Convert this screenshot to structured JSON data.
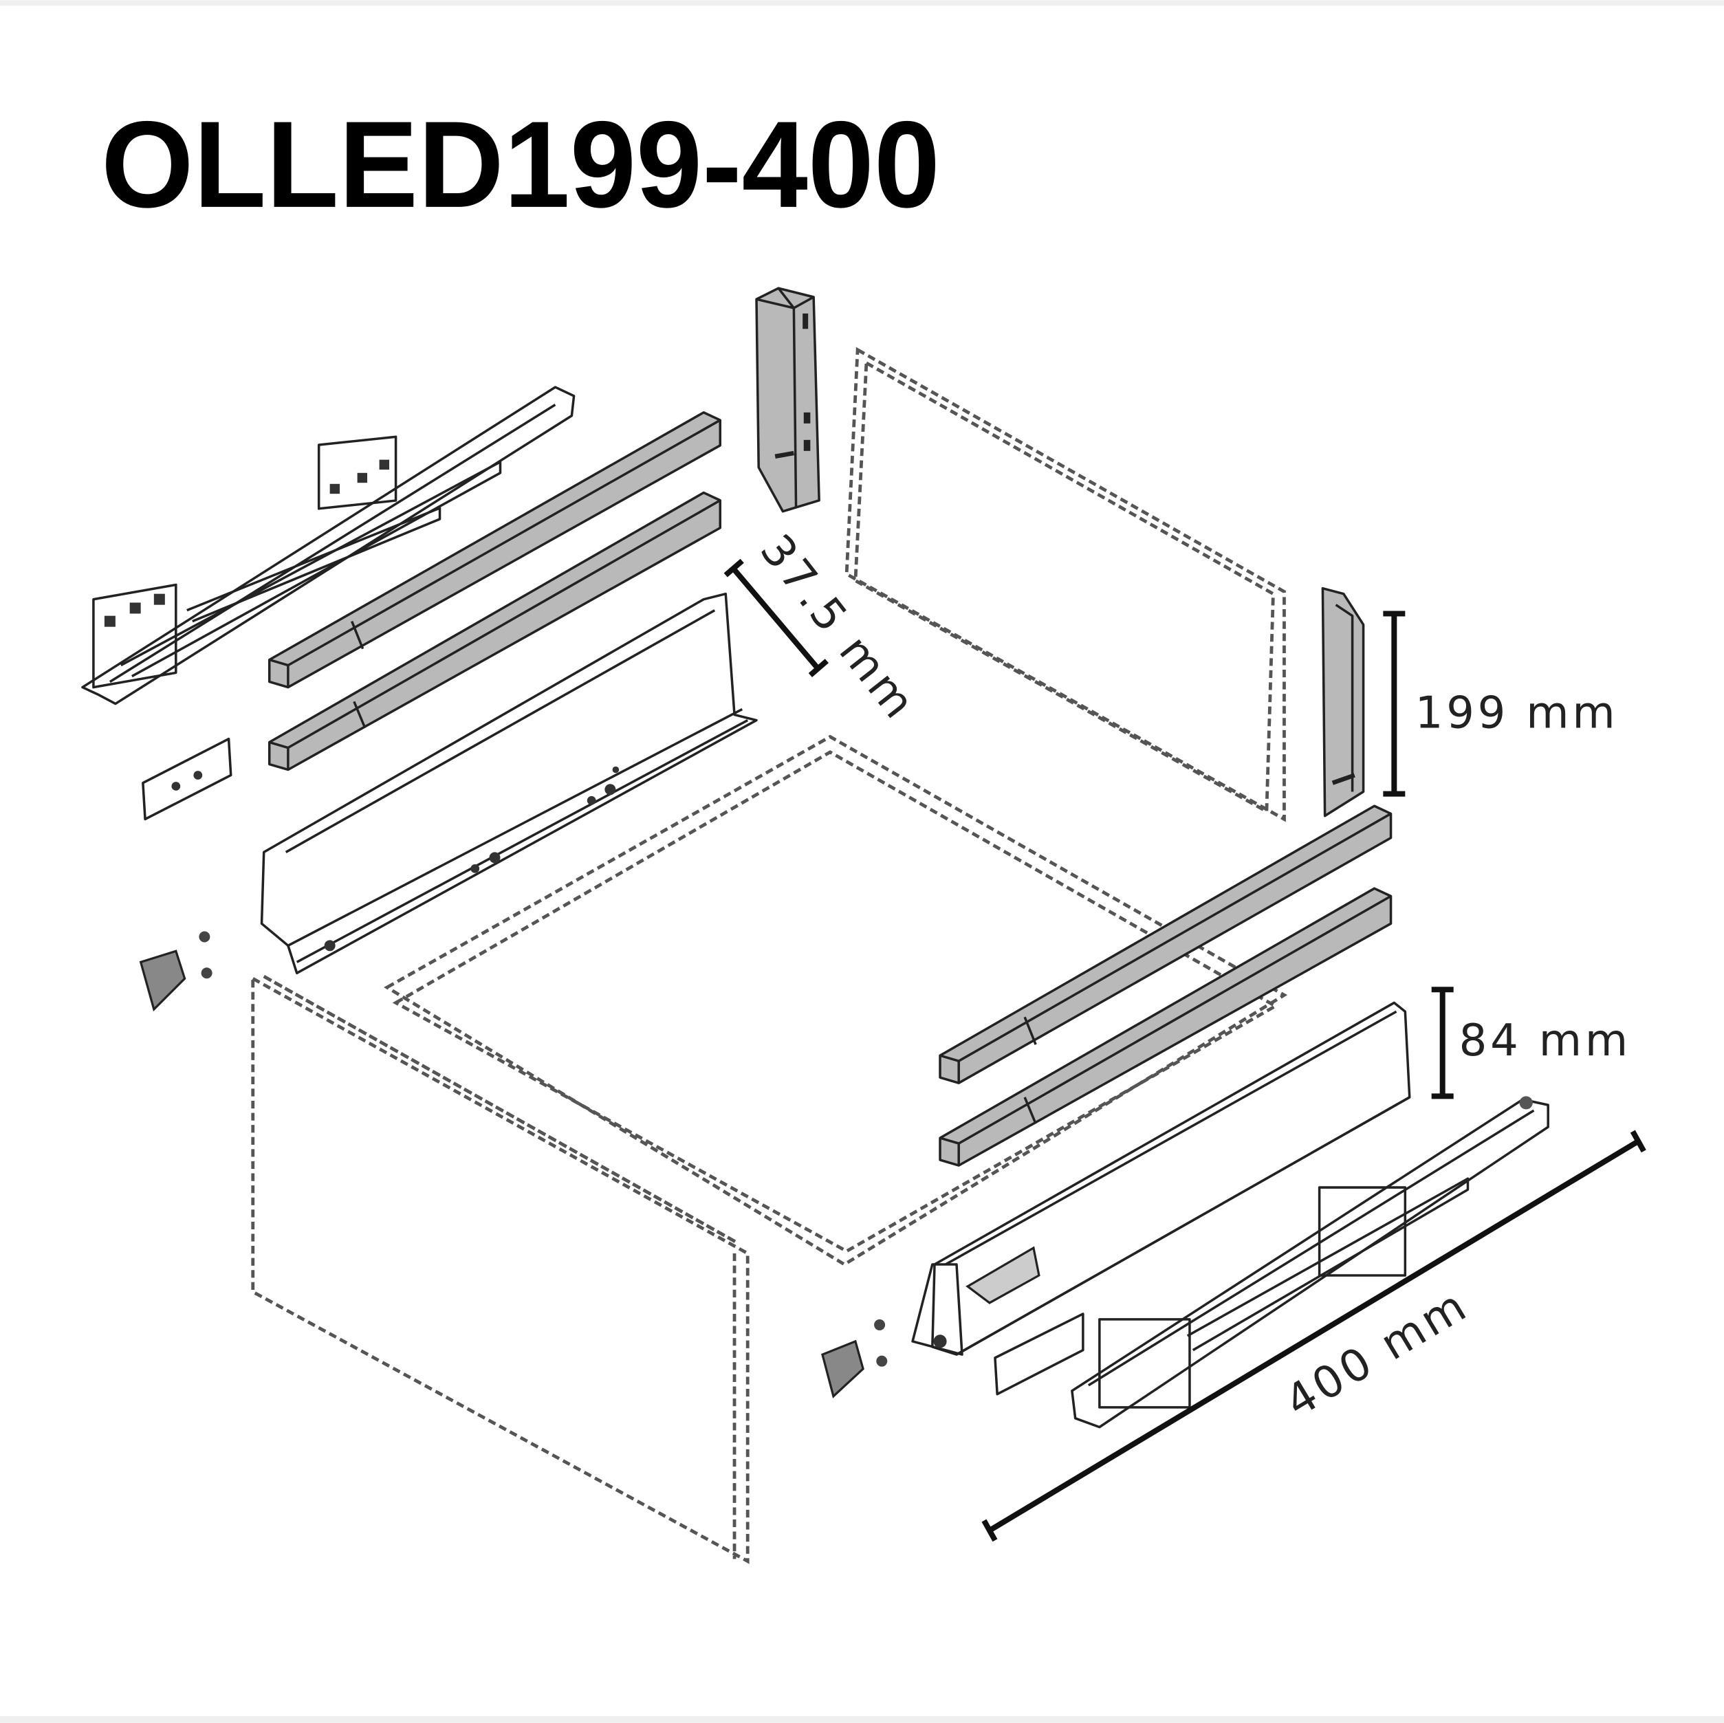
{
  "title": "OLLED199-400",
  "dimensions": {
    "side_offset": "37.5 mm",
    "back_height": "199 mm",
    "front_side_height": "84 mm",
    "length": "400 mm"
  },
  "colors": {
    "rail": "#b9b9b9",
    "line": "#222222",
    "frame": "#f0f0f0"
  }
}
